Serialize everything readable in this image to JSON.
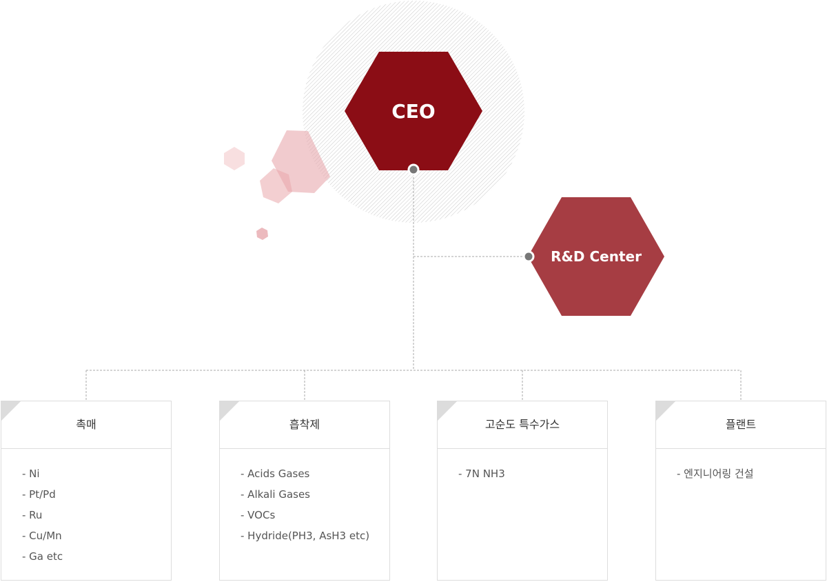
{
  "ceo": {
    "label": "CEO"
  },
  "rd_center": {
    "label": "R&D Center"
  },
  "departments": [
    {
      "title": "촉매",
      "items": [
        "- Ni",
        "- Pt/Pd",
        "- Ru",
        "- Cu/Mn",
        "- Ga etc"
      ]
    },
    {
      "title": "흡착제",
      "items": [
        "- Acids Gases",
        "- Alkali Gases",
        "- VOCs",
        "- Hydride(PH3, AsH3 etc)"
      ]
    },
    {
      "title": "고순도 특수가스",
      "items": [
        "- 7N NH3"
      ]
    },
    {
      "title": "플랜트",
      "items": [
        "- 엔지니어링 건설"
      ]
    }
  ],
  "colors": {
    "ceo_hex": "#8b0d15",
    "rd_hex": "#a63d43",
    "decor_hex": "#e7a9ae",
    "connector": "#aaaaaa",
    "node_dot": "#777777"
  }
}
